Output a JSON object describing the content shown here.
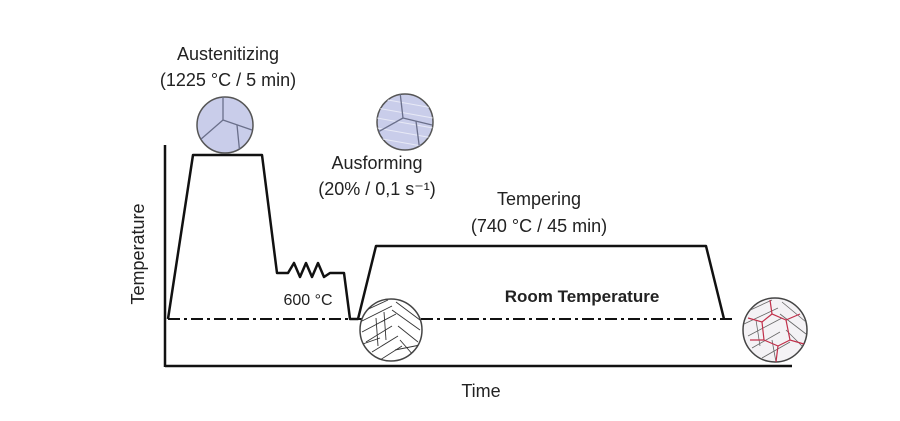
{
  "diagram": {
    "stages": {
      "austenitizing": {
        "name": "Austenitizing",
        "conditions": "(1225 °C / 5 min)"
      },
      "ausforming": {
        "name": "Ausforming",
        "conditions": "(20% / 0,1 s⁻¹)"
      },
      "tempering": {
        "name": "Tempering",
        "conditions": "(740 °C / 45 min)"
      }
    },
    "deformation_temperature": "600 °C",
    "reference_line": "Room Temperature",
    "axes": {
      "x": "Time",
      "y": "Temperature"
    }
  },
  "colors": {
    "line": "#111111",
    "grain_fill": "#c9cdea",
    "grain_boundary": "#6a6f8a",
    "martensite_fill": "#ffffff",
    "tempered_boundary": "#c0304a"
  }
}
